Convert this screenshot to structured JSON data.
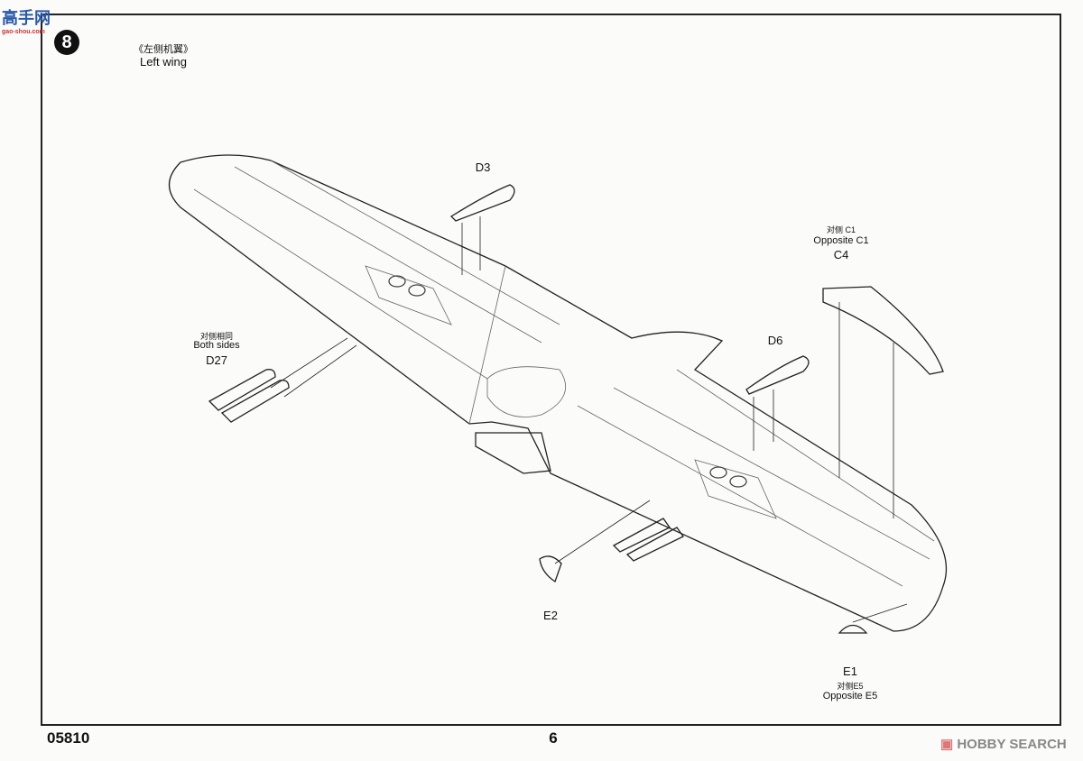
{
  "watermark": {
    "site": "高手网",
    "url": "gao-shou.com"
  },
  "step": {
    "number": "8",
    "title_cn": "《左侧机翼》",
    "title_en": "Left wing"
  },
  "callouts": {
    "d3": "D3",
    "c4": {
      "cn": "对侧 C1",
      "en": "Opposite C1",
      "part": "C4"
    },
    "d6": "D6",
    "d27": {
      "cn": "对侧相同",
      "en": "Both sides",
      "part": "D27"
    },
    "e2": "E2",
    "e1": {
      "part": "E1",
      "cn": "对侧E5",
      "en": "Opposite E5"
    }
  },
  "footer": {
    "kit_number": "05810",
    "page": "6",
    "source_logo": "HOBBY SEARCH"
  }
}
